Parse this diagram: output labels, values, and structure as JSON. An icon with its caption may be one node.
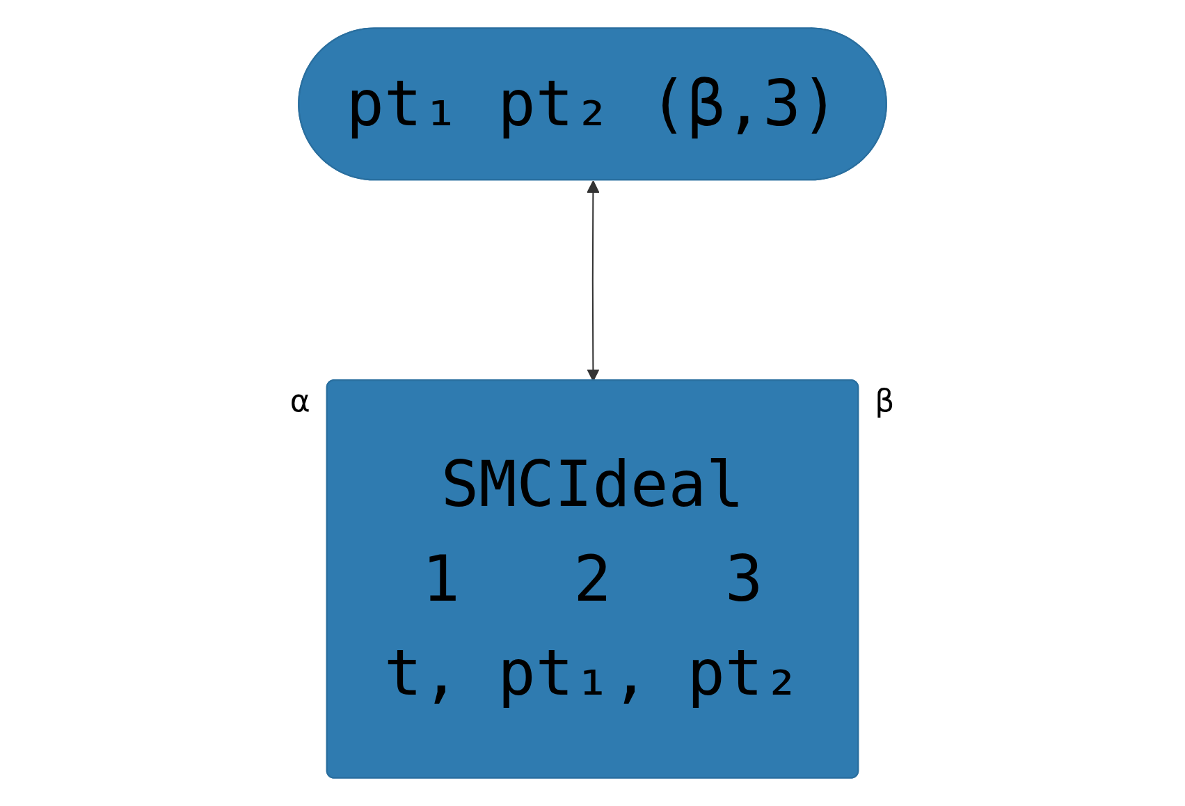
{
  "diagram": {
    "nodes": [
      {
        "text": [
          "pt₁ pt₂ (β,3)"
        ]
      },
      {
        "text": [
          "SMCIdeal",
          "1",
          "2",
          "3",
          "t, pt₁, pt₂"
        ],
        "beside": [
          "α",
          "β"
        ]
      }
    ],
    "edges": [
      {
        "from": 0,
        "to": 1,
        "arrow": "both"
      }
    ]
  }
}
